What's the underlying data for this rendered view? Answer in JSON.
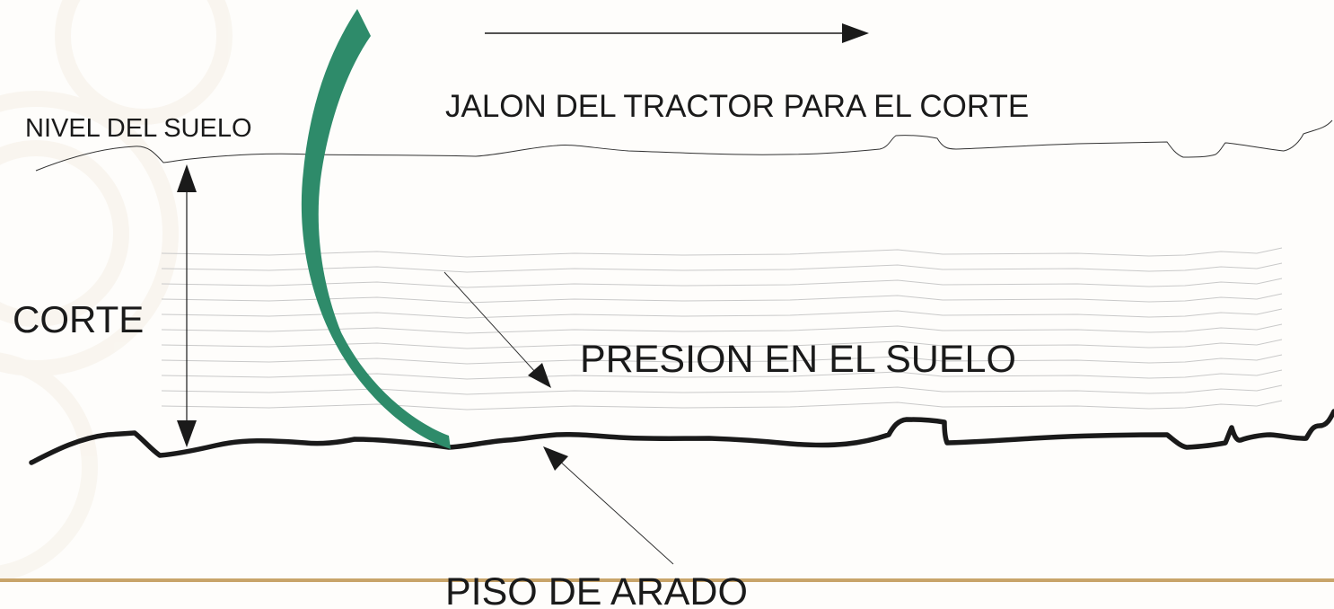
{
  "labels": {
    "ground_level": "NIVEL DEL SUELO",
    "tractor_pull": "JALON DEL TRACTOR PARA EL CORTE",
    "cut": "CORTE",
    "soil_pressure": "PRESION EN EL SUELO",
    "plow_floor": "PISO DE ARADO"
  },
  "colors": {
    "plow_blade": "#2e8b6a",
    "footer_rule": "#c8a46a",
    "ink": "#1a1a1a",
    "pressure_lines": "#c9c9c9"
  }
}
